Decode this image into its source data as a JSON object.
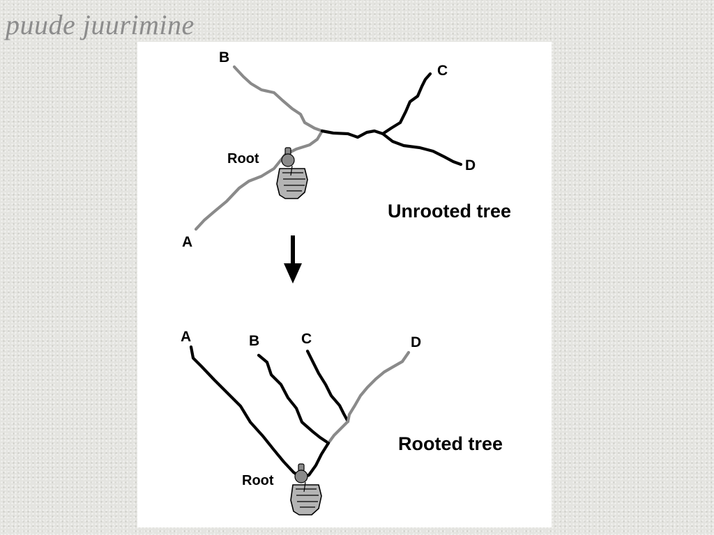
{
  "slide": {
    "title": "puude juurimine"
  },
  "colors": {
    "primary_branch": "#000000",
    "root_path_branch": "#8a8a8a",
    "root_node": "#8a8a8a",
    "hand": "#b4b4b4"
  },
  "unrooted_tree": {
    "caption": "Unrooted tree",
    "root_label": "Root",
    "leaves": {
      "a": "A",
      "b": "B",
      "c": "C",
      "d": "D"
    }
  },
  "transform_arrow": {
    "icon": "arrow-down-icon"
  },
  "rooted_tree": {
    "caption": "Rooted tree",
    "root_label": "Root",
    "leaves": {
      "a": "A",
      "b": "B",
      "c": "C",
      "d": "D"
    }
  },
  "icons": {
    "root_marker": "hand-holding-root-icon"
  }
}
